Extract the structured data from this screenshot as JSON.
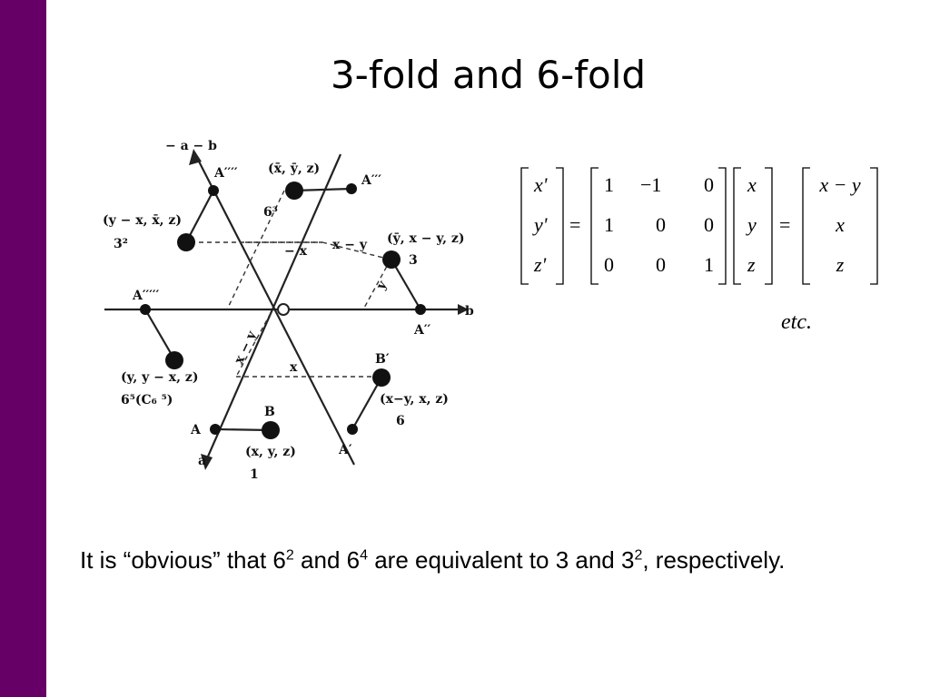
{
  "slide": {
    "title": "3-fold and 6-fold",
    "accent_color": "#660066"
  },
  "diagram": {
    "labels": {
      "axis_top": "− a − b",
      "axis_right": "b",
      "axis_bottom": "a",
      "A4": "A′′′′",
      "A3": "A′′′",
      "A5": "A′′′′′",
      "A2": "A′′",
      "A1": "A′",
      "A0": "A",
      "B": "B",
      "Bp": "B′",
      "coord_xbar_ybar_z": "(x̄, ȳ, z)",
      "coord_y_minus_x": "(y − x, x̄, z)",
      "coord_ybar_x_minus_y": "(ȳ, x − y, z)",
      "coord_y_y_minus_x": "(y, y − x, z)",
      "coord_x_minus_y_x": "(x−y, x, z)",
      "coord_xyz": "(x, y, z)",
      "op_6_3": "6³",
      "op_3_2": "3²",
      "op_3": "3",
      "op_6_5": "6⁵(C₆ ⁵)",
      "op_6": "6",
      "op_1": "1",
      "seg_minus_x": "− x",
      "seg_x_minus_y": "x − y",
      "seg_y": "y",
      "seg_x_minus_y_diag": "x − y",
      "seg_x": "x"
    }
  },
  "matrix": {
    "lhs": [
      "x'",
      "y'",
      "z'"
    ],
    "rotation": [
      [
        "1",
        "−1",
        "0"
      ],
      [
        "1",
        "0",
        "0"
      ],
      [
        "0",
        "0",
        "1"
      ]
    ],
    "vec": [
      "x",
      "y",
      "z"
    ],
    "result": [
      "x − y",
      "x",
      "z"
    ],
    "equals": "="
  },
  "etc": "etc.",
  "body": {
    "part1": "It is “obvious” that 6",
    "sup1": "2",
    "part2": " and 6",
    "sup2": "4",
    "part3": " are equivalent to 3 and 3",
    "sup3": "2",
    "part4": ", respectively."
  }
}
